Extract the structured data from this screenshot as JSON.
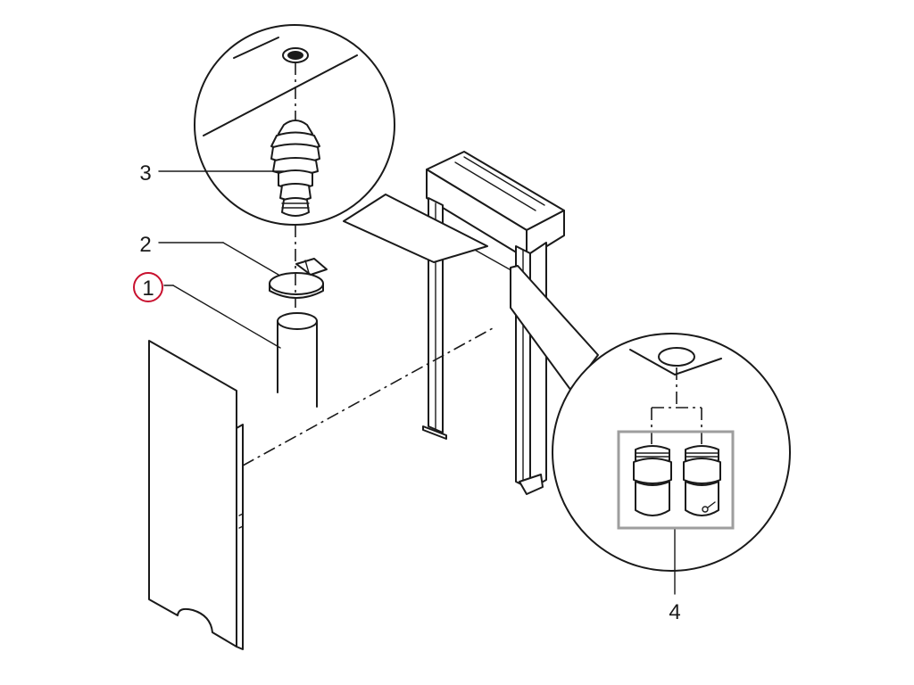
{
  "callouts": [
    {
      "id": "1",
      "label": "1"
    },
    {
      "id": "2",
      "label": "2"
    },
    {
      "id": "3",
      "label": "3"
    },
    {
      "id": "4",
      "label": "4"
    }
  ],
  "colors": {
    "line": "#1a1a1a",
    "highlight_circle": "#c8102e",
    "group_box": "#9e9e9e",
    "background": "#ffffff"
  }
}
